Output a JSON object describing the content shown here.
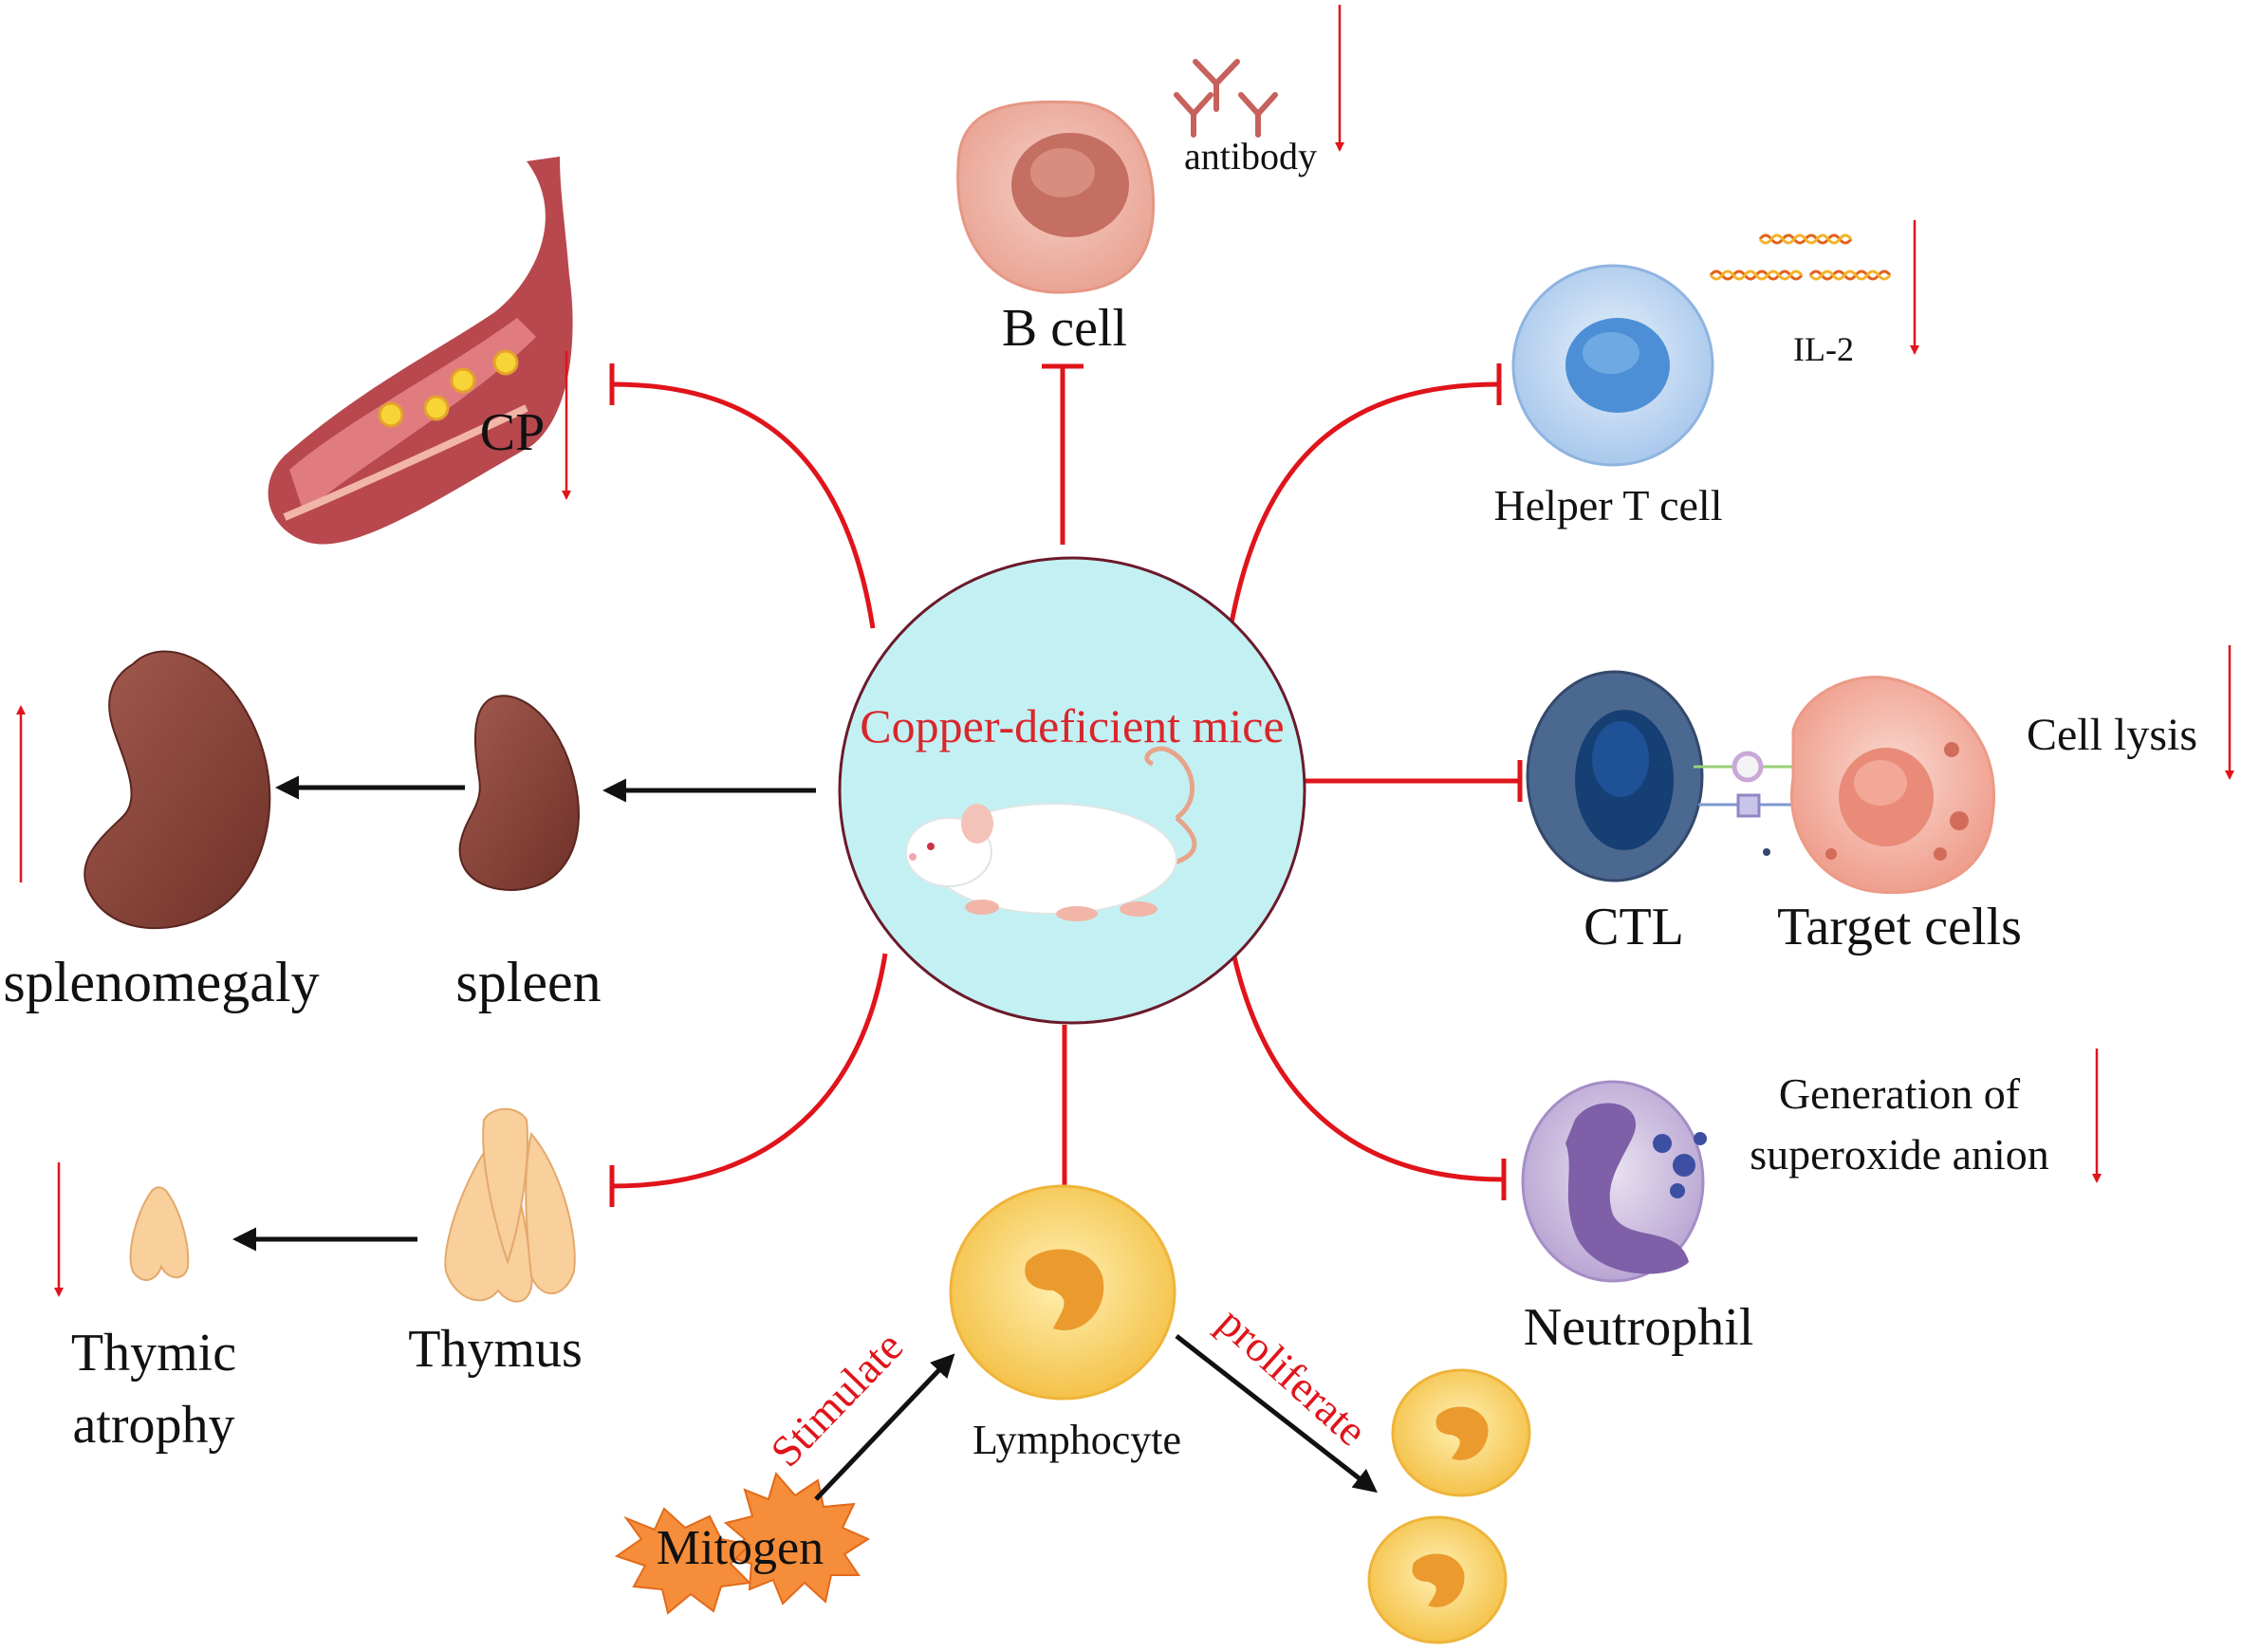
{
  "center": {
    "title": "Copper-deficient mice"
  },
  "labels": {
    "antibody": "antibody",
    "b_cell": "B cell",
    "il2": "IL-2",
    "helper_t": "Helper T cell",
    "cp": "CP",
    "cell_lysis": "Cell lysis",
    "ctl": "CTL",
    "target_cells": "Target cells",
    "splenomegaly": "splenomegaly",
    "spleen": "spleen",
    "superoxide_line1": "Generation of",
    "superoxide_line2": "superoxide anion",
    "neutrophil": "Neutrophil",
    "thymic_line1": "Thymic",
    "thymic_line2": "atrophy",
    "thymus": "Thymus",
    "lymphocyte": "Lymphocyte",
    "stimulate": "Stimulate",
    "proliferate": "proliferate",
    "mitogen": "Mitogen"
  },
  "colors": {
    "inhibit_line": "#e0141b",
    "circle_fill": "#c3f1f3",
    "circle_stroke": "#6b1a2a",
    "title_red": "#d9262b"
  }
}
